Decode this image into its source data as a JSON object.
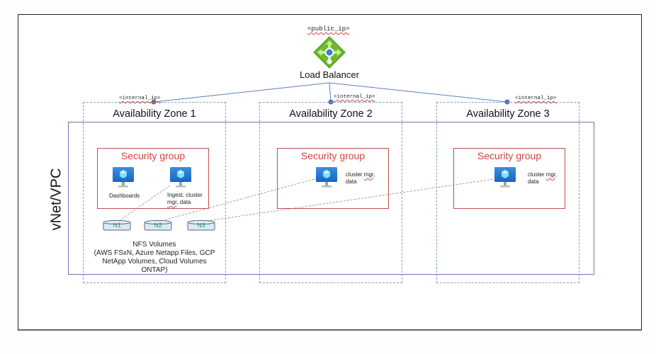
{
  "diagram": {
    "load_balancer": {
      "title": "Load Balancer",
      "ip_label": "<public_ip>",
      "icon": "load-balancer-icon",
      "icon_color": "#5fa82a"
    },
    "vnet": {
      "label": "vNet/VPC",
      "border_color": "#7b6fb0"
    },
    "availability_zones": [
      {
        "title": "Availability Zone 1",
        "ip_label": "<internal_ip>",
        "security_group": {
          "title": "Security group",
          "vms": [
            {
              "label": "Dashboards",
              "icon": "virtual-machine-icon"
            },
            {
              "label_line1": "Ingest, cluster",
              "label_line2_a": "mgr",
              "label_line2_b": ", data",
              "icon": "virtual-machine-icon"
            }
          ]
        }
      },
      {
        "title": "Availability Zone 2",
        "ip_label": "<internal_ip>",
        "security_group": {
          "title": "Security group",
          "vms": [
            {
              "label_line1_a": "cluster ",
              "label_line1_b": "mgr",
              "label_line1_c": ",",
              "label_line2": "data",
              "icon": "virtual-machine-icon"
            }
          ]
        }
      },
      {
        "title": "Availability Zone 3",
        "ip_label": "<internal_ip>",
        "security_group": {
          "title": "Security group",
          "vms": [
            {
              "label_line1_a": "cluster ",
              "label_line1_b": "mgr",
              "label_line1_c": ",",
              "label_line2": "data",
              "icon": "virtual-machine-icon"
            }
          ]
        }
      }
    ],
    "nfs": {
      "disks": [
        "N1",
        "N2",
        "N3"
      ],
      "title": "NFS Volumes",
      "line1": "(AWS FSxN, Azure Netapp Files, GCP",
      "line2": "NetApp Volumes, Cloud Volumes",
      "line3": "ONTAP)"
    },
    "colors": {
      "az_border": "#7ea3c9",
      "security_group": "#c0504d",
      "connector": "#4a74b8",
      "disk_fill": "#dce8f5",
      "disk_text": "#2aa24a"
    }
  }
}
